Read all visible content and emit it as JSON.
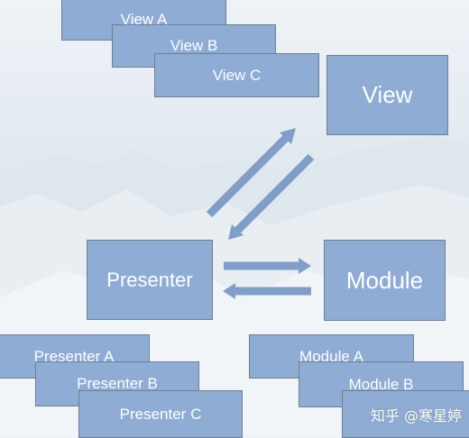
{
  "views": [
    "View A",
    "View B",
    "View C"
  ],
  "main": {
    "view": "View",
    "presenter": "Presenter",
    "module": "Module"
  },
  "presenters": [
    "Presenter A",
    "Presenter B",
    "Presenter C"
  ],
  "modules": [
    "Module A",
    "Module B"
  ],
  "watermark": "知乎 @寒星婷",
  "colors": {
    "box": "#8eacd4",
    "border": "#6d7f95",
    "arrow": "#7f9ec8"
  }
}
